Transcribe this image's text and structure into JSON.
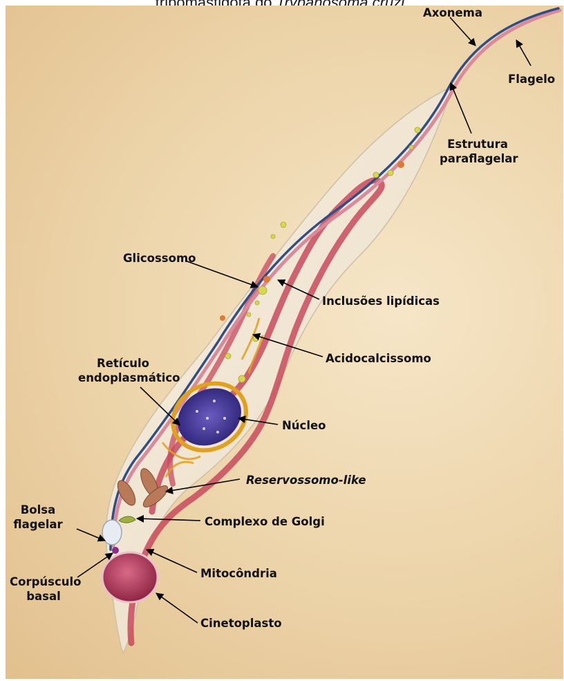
{
  "caption": {
    "prefix": "tripomastigota do ",
    "species": "Trypanosoma cruzi."
  },
  "labels": {
    "axonema": "Axonema",
    "flagelo": "Flagelo",
    "estrutura_paraflagelar_line1": "Estrutura",
    "estrutura_paraflagelar_line2": "paraflagelar",
    "glicossomo": "Glicossomo",
    "inclusoes_lipidicas": "Inclusões lipídicas",
    "acidocalcissomo": "Acidocalcissomo",
    "reticulo_line1": "Retículo",
    "reticulo_line2": "endoplasmático",
    "nucleo": "Núcleo",
    "reservossomo": "Reservossomo-like",
    "bolsa_line1": "Bolsa",
    "bolsa_line2": "flagelar",
    "complexo_golgi": "Complexo de Golgi",
    "mitocondria": "Mitocôndria",
    "corpusculo_line1": "Corpúsculo",
    "corpusculo_line2": "basal",
    "cinetoplasto": "Cinetoplasto"
  },
  "colors": {
    "background": "#ecd3a8",
    "cell_body": "#f3ead7",
    "flagellum": "#2f4d86",
    "paraflagellar": "#d98a9c",
    "mitochondrion": "#c84a5c",
    "nucleus": "#4a3b9c",
    "nuclear_envelope": "#e0a020",
    "kinetoplast": "#b8405e",
    "glycosome": "#d8d850",
    "lipid_inclusion": "#e07a30"
  }
}
